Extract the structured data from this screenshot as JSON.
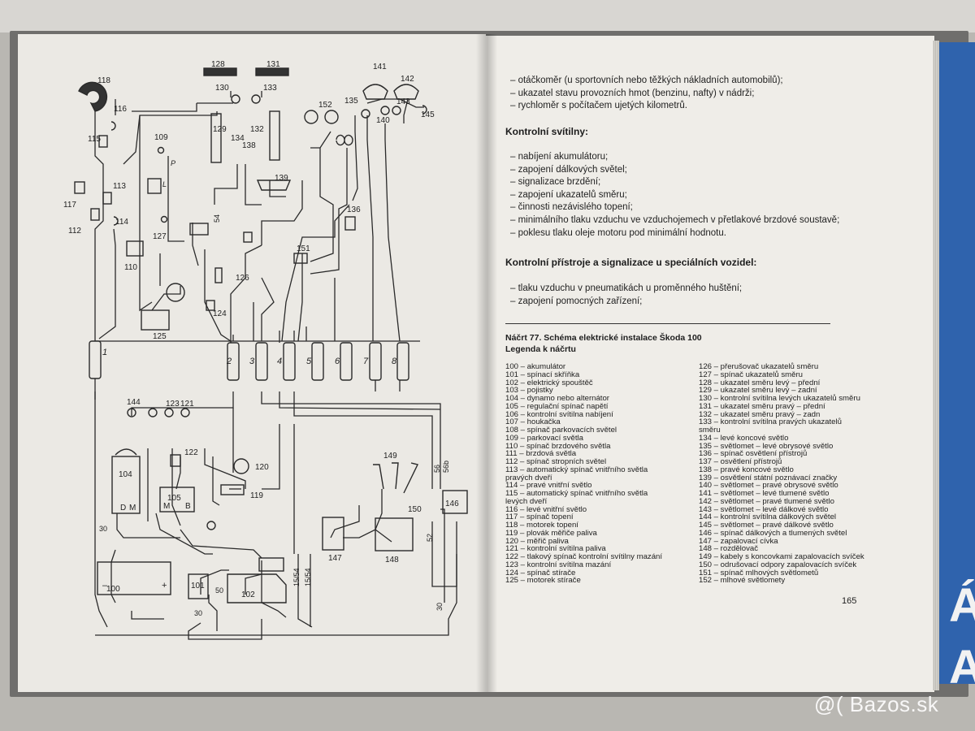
{
  "right_page": {
    "top_items": [
      "– otáčkoměr (u sportovních nebo těžkých nákladních automobilů);",
      "– ukazatel stavu provozních hmot (benzinu, nafty) v nádrži;",
      "– rychloměr s počítačem ujetých kilometrů."
    ],
    "section1_heading": "Kontrolní svítilny:",
    "section1_items": [
      "– nabíjení akumulátoru;",
      "– zapojení dálkových světel;",
      "– signalizace brzdění;",
      "– zapojení ukazatelů směru;",
      "– činnosti nezávislého topení;",
      "– minimálního tlaku vzduchu ve vzduchojemech v přetlakové brzdové soustavě;",
      "– poklesu tlaku oleje motoru pod minimální hodnotu."
    ],
    "section2_heading": "Kontrolní přístroje a signalizace u speciálních vozidel:",
    "section2_items": [
      "– tlaku vzduchu v pneumatikách u proměnného huštění;",
      "– zapojení pomocných zařízení;"
    ],
    "caption": "Náčrt 77. Schéma elektrické instalace Škoda 100",
    "legend_title": "Legenda k náčrtu",
    "legend_left": [
      "100 – akumulátor",
      "101 – spínací skříňka",
      "102 – elektrický spouštěč",
      "103 – pojistky",
      "104 – dynamo nebo alternátor",
      "105 – regulační spínač napětí",
      "106 – kontrolní svítilna nabíjení",
      "107 – houkačka",
      "108 – spínač parkovacích světel",
      "109 – parkovací světla",
      "110 – spínač brzdového světla",
      "111 – brzdová světla",
      "112 – spínač stropních světel",
      "113 – automatický spínač vnitřního světla",
      "          pravých dveří",
      "114 – pravé vnitřní světlo",
      "115 – automatický spínač vnitřního světla",
      "          levých dveří",
      "116 – levé vnitřní světlo",
      "117 – spínač topení",
      "118 – motorek topení",
      "119 – plovák měřiče paliva",
      "120 – měřič paliva",
      "121 – kontrolní svítilna paliva",
      "122 – tlakový spínač kontrolní svítilny mazání",
      "123 – kontrolní svítilna mazání",
      "124 – spínač stírače",
      "125 – motorek stírače"
    ],
    "legend_right": [
      "126 – přerušovač ukazatelů směru",
      "127 – spínač ukazatelů směru",
      "128 – ukazatel směru levý – přední",
      "129 – ukazatel směru levý – zadní",
      "130 – kontrolní svítilna levých ukazatelů směru",
      "131 – ukazatel směru pravý – přední",
      "132 – ukazatel směru pravý – zadn",
      "133 – kontrolní svítilna pravých ukazatelů",
      "          směru",
      "134 – levé koncové světlo",
      "135 – světlomet – levé obrysové světlo",
      "136 – spínač osvětlení přístrojů",
      "137 – osvětlení přístrojů",
      "138 – pravé koncové světlo",
      "139 – osvětlení státní poznávací značky",
      "140 – světlomet – pravé obrysové světlo",
      "141 – světlomet – levé tlumené světlo",
      "142 – světlomet – pravé tlumené světlo",
      "143 – světlomet – levé dálkové světlo",
      "144 – kontrolní svítilna dálkových světel",
      "145 – světlomet – pravé dálkové světlo",
      "146 – spínač dálkových a tlumených světel",
      "147 – zapalovací cívka",
      "148 – rozdělovač",
      "149 – kabely s koncovkami zapalovacích svíček",
      "150 – odrušovací odpory zapalovacích svíček",
      "151 – spínač mlhových světlometů",
      "152 – mlhové světlomety"
    ],
    "page_number": "165"
  },
  "diagram_labels": {
    "fuses": [
      "1",
      "2",
      "3",
      "4",
      "5",
      "6",
      "7",
      "8"
    ],
    "components": [
      "100",
      "101",
      "102",
      "104",
      "105",
      "109",
      "110",
      "112",
      "113",
      "114",
      "115",
      "116",
      "117",
      "118",
      "119",
      "120",
      "121",
      "122",
      "123",
      "124",
      "125",
      "126",
      "127",
      "128",
      "129",
      "130",
      "131",
      "132",
      "133",
      "134",
      "135",
      "136",
      "138",
      "139",
      "140",
      "141",
      "142",
      "143",
      "144",
      "145",
      "146",
      "147",
      "148",
      "149",
      "150",
      "151",
      "152"
    ],
    "wire_labels": [
      "30",
      "50",
      "15/54",
      "56",
      "56b",
      "52",
      "54",
      "P",
      "L",
      "D",
      "M",
      "B",
      "+",
      "–"
    ]
  },
  "blue_book": {
    "letters": [
      "Á",
      "A"
    ]
  },
  "watermark": "@( Bazos.sk"
}
